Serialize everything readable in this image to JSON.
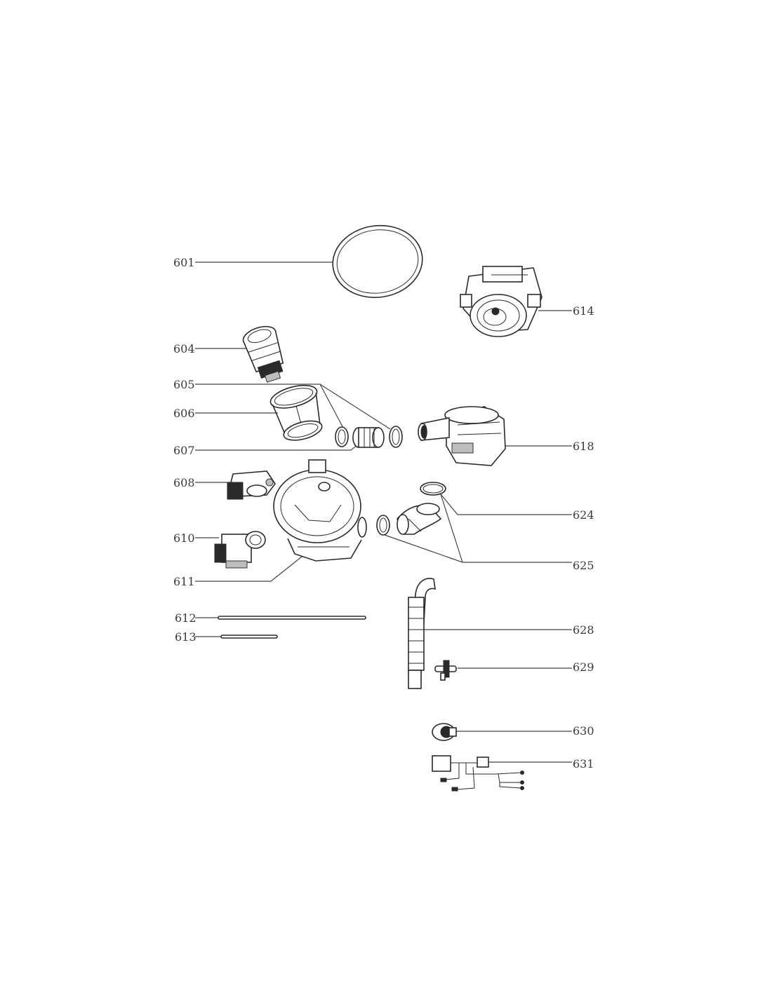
{
  "parts": [
    {
      "id": "p601",
      "label": "601"
    },
    {
      "id": "p604",
      "label": "604"
    },
    {
      "id": "p605",
      "label": "605"
    },
    {
      "id": "p606",
      "label": "606"
    },
    {
      "id": "p607",
      "label": "607"
    },
    {
      "id": "p608",
      "label": "608"
    },
    {
      "id": "p610",
      "label": "610"
    },
    {
      "id": "p611",
      "label": "611"
    },
    {
      "id": "p612",
      "label": "612"
    },
    {
      "id": "p613",
      "label": "613"
    },
    {
      "id": "p614",
      "label": "614"
    },
    {
      "id": "p618",
      "label": "618"
    },
    {
      "id": "p624",
      "label": "624"
    },
    {
      "id": "p625",
      "label": "625"
    },
    {
      "id": "p628",
      "label": "628"
    },
    {
      "id": "p629",
      "label": "629"
    },
    {
      "id": "p630",
      "label": "630"
    },
    {
      "id": "p631",
      "label": "631"
    }
  ]
}
